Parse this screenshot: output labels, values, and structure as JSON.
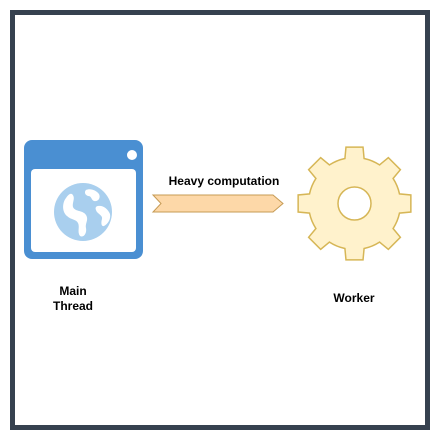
{
  "main_thread": {
    "label_line1": "Main",
    "label_line2": "Thread",
    "icon": "browser-window-globe-icon"
  },
  "arrow": {
    "label": "Heavy computation",
    "icon": "right-arrow-icon"
  },
  "worker": {
    "label": "Worker",
    "icon": "gear-icon"
  },
  "colors": {
    "border": "#36414f",
    "browser_blue": "#4a8fd2",
    "globe_blue": "#a9cfee",
    "arrow_fill": "#fdd8a8",
    "arrow_stroke": "#c69b55",
    "gear_fill": "#fff2cc",
    "gear_stroke": "#d6b656"
  }
}
